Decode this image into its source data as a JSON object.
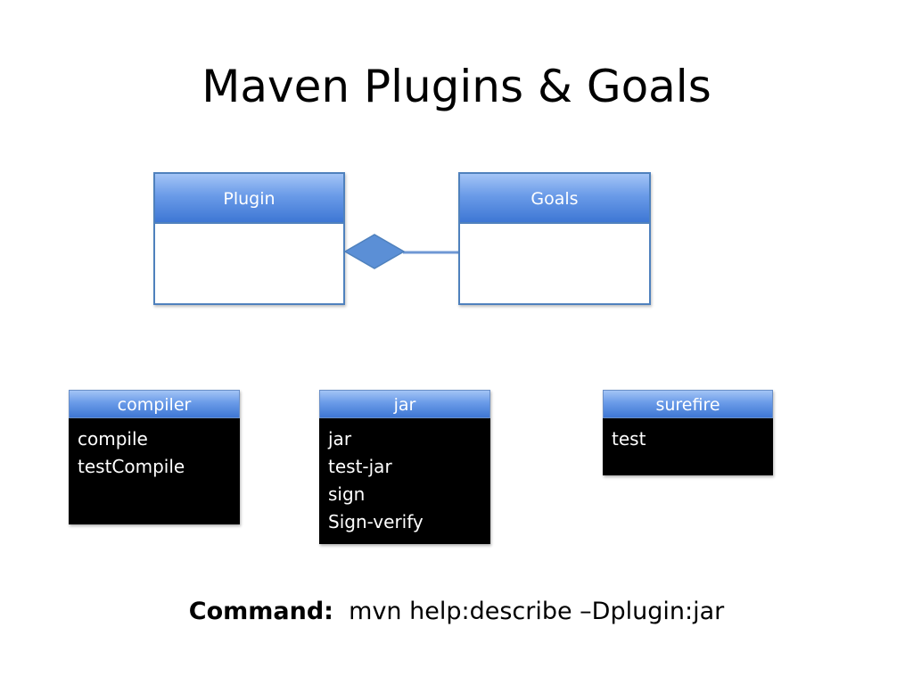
{
  "slide": {
    "title": "Maven Plugins & Goals"
  },
  "uml": {
    "plugin_label": "Plugin",
    "goals_label": "Goals",
    "colors": {
      "border": "#4f81bd",
      "header_top": "#a3c4f6",
      "header_bottom": "#3e77d4",
      "diamond": "#5b8fd6"
    }
  },
  "plugins": [
    {
      "name": "compiler",
      "goals": [
        "compile",
        "testCompile"
      ]
    },
    {
      "name": "jar",
      "goals": [
        "jar",
        "test-jar",
        "sign",
        "Sign-verify"
      ]
    },
    {
      "name": "surefire",
      "goals": [
        "test"
      ]
    }
  ],
  "command": {
    "label": "Command:",
    "text": "mvn help:describe –Dplugin:jar"
  }
}
